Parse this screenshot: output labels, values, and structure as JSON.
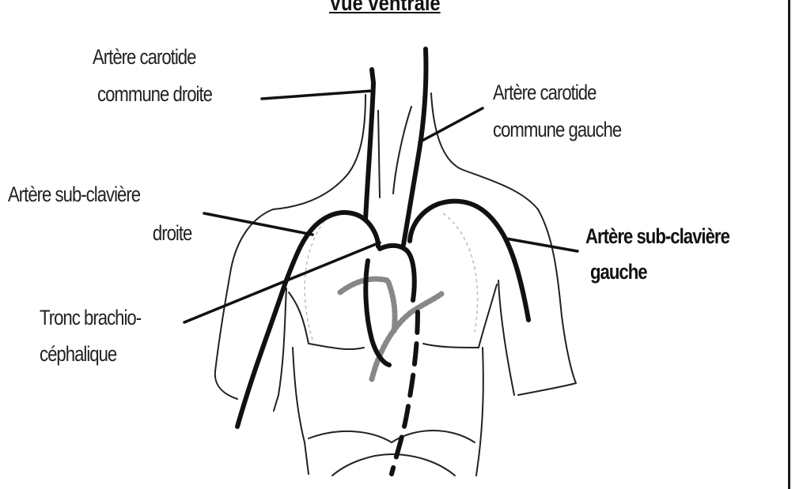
{
  "title": "Vue ventrale",
  "labels": {
    "carotid_right_1": "Artère carotide",
    "carotid_right_2": "commune droite",
    "carotid_left_1": "Artère carotide",
    "carotid_left_2": "commune gauche",
    "subclavian_right_1": "Artère sub-clavière",
    "subclavian_right_2": "droite",
    "subclavian_left_1": "Artère sub-clavière",
    "subclavian_left_2": "gauche",
    "trunk_1": "Tronc brachio-",
    "trunk_2": "céphalique"
  }
}
